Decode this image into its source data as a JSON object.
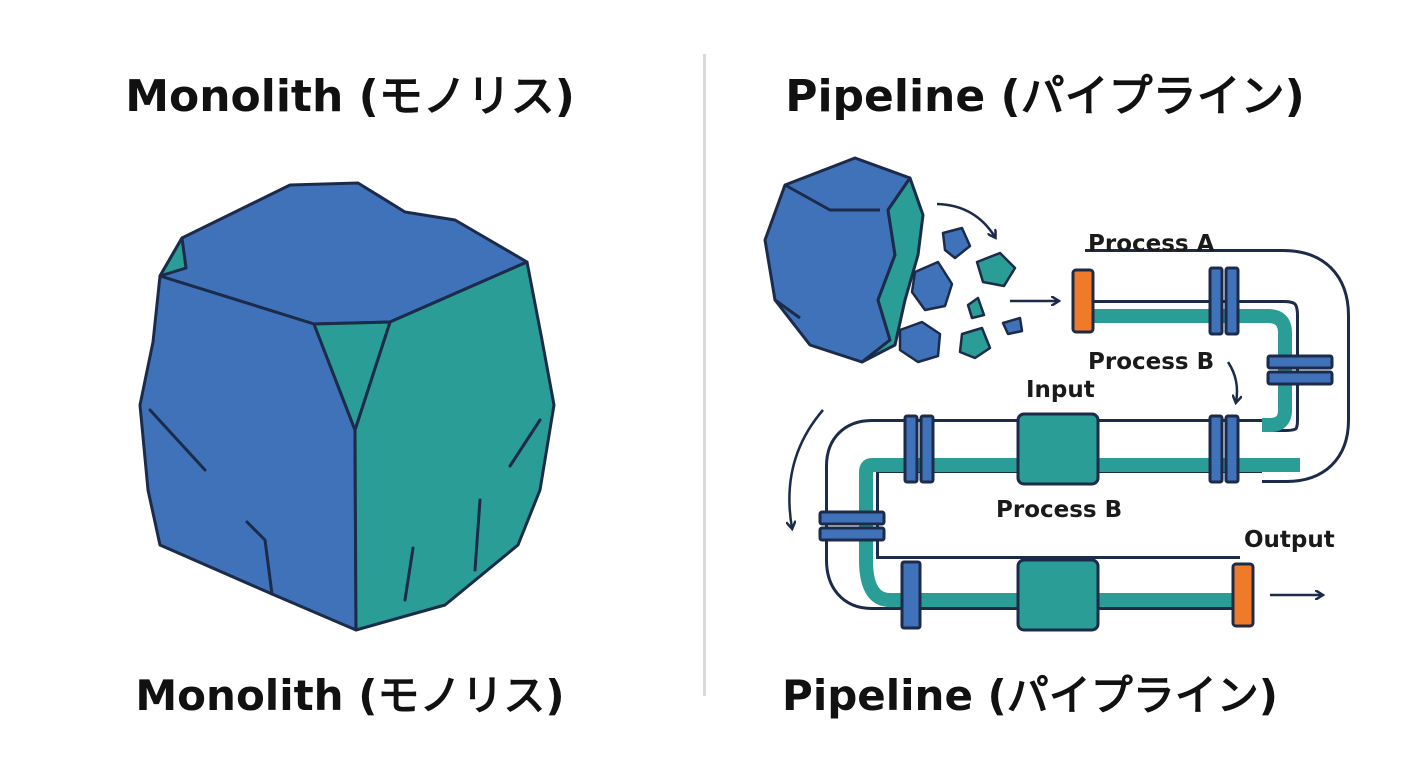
{
  "left": {
    "title_top": "Monolith (モノリス)",
    "title_bottom": "Monolith (モノリス)"
  },
  "right": {
    "title_top": "Pipeline (パイプライン)",
    "title_bottom": "Pipeline (パイプライン)",
    "labels": {
      "process_a": "Process A",
      "process_b_upper": "Process B",
      "input": "Input",
      "process_b_lower": "Process B",
      "output": "Output"
    }
  },
  "colors": {
    "blue": "#3f72b8",
    "teal": "#2a9d96",
    "outline": "#1c2b4a",
    "orange": "#ef7a2a"
  }
}
